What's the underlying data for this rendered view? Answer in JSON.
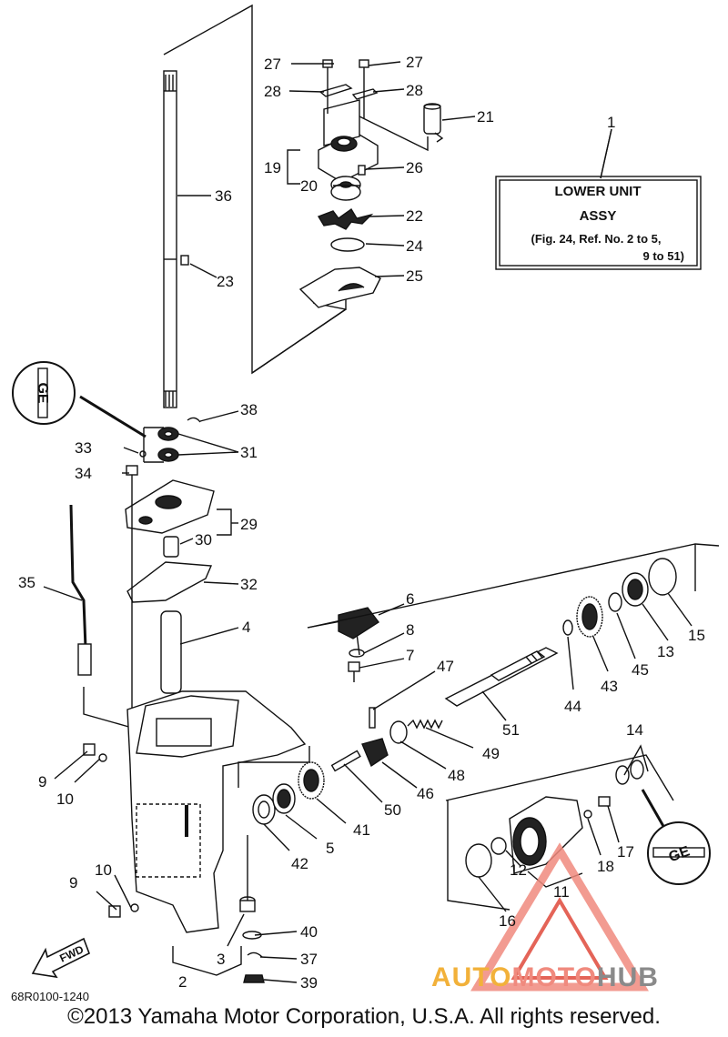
{
  "callouts": {
    "n1": "1",
    "n2": "2",
    "n3": "3",
    "n4": "4",
    "n5": "5",
    "n6": "6",
    "n7": "7",
    "n8": "8",
    "n9a": "9",
    "n9b": "9",
    "n10a": "10",
    "n10b": "10",
    "n11": "11",
    "n12": "12",
    "n13": "13",
    "n14": "14",
    "n15": "15",
    "n16": "16",
    "n17": "17",
    "n18": "18",
    "n19": "19",
    "n20": "20",
    "n21": "21",
    "n22": "22",
    "n23": "23",
    "n24": "24",
    "n25": "25",
    "n26": "26",
    "n27a": "27",
    "n27b": "27",
    "n28a": "28",
    "n28b": "28",
    "n29": "29",
    "n30": "30",
    "n31": "31",
    "n32": "32",
    "n33": "33",
    "n34": "34",
    "n35": "35",
    "n36": "36",
    "n37": "37",
    "n38": "38",
    "n39": "39",
    "n40": "40",
    "n41": "41",
    "n42": "42",
    "n43": "43",
    "n44": "44",
    "n45": "45",
    "n46": "46",
    "n47": "47",
    "n48": "48",
    "n49": "49",
    "n50": "50",
    "n51": "51"
  },
  "assy_box": {
    "line1": "LOWER UNIT",
    "line2": "ASSY",
    "line3": "(Fig. 24, Ref. No. 2 to 5,",
    "line4": "9 to 51)"
  },
  "fwd_label": "FWD",
  "grease_symbol": "GE",
  "diagram_code": "68R0100-1240",
  "copyright": "©2013 Yamaha Motor Corporation, U.S.A. All rights reserved.",
  "watermark": {
    "part1": "AUTO",
    "part2": "MOTO",
    "part3": "HUB"
  },
  "colors": {
    "ink": "#111111",
    "wm_orange": "#f2b13a",
    "wm_red": "#f08a7e",
    "wm_gray": "#8a8a8a"
  }
}
